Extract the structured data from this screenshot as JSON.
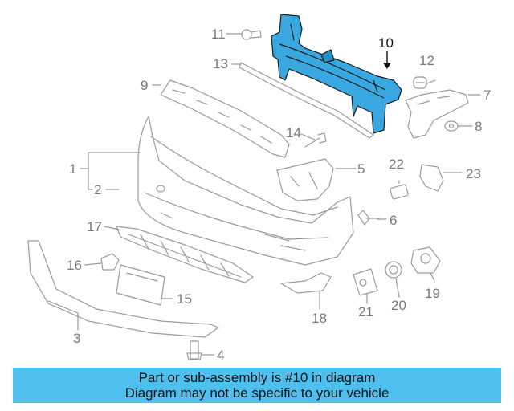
{
  "diagram": {
    "callouts": [
      {
        "id": "1",
        "label": "1"
      },
      {
        "id": "2",
        "label": "2"
      },
      {
        "id": "3",
        "label": "3"
      },
      {
        "id": "4",
        "label": "4"
      },
      {
        "id": "5",
        "label": "5"
      },
      {
        "id": "6",
        "label": "6"
      },
      {
        "id": "7",
        "label": "7"
      },
      {
        "id": "8",
        "label": "8"
      },
      {
        "id": "9",
        "label": "9"
      },
      {
        "id": "10",
        "label": "10"
      },
      {
        "id": "11",
        "label": "11"
      },
      {
        "id": "12",
        "label": "12"
      },
      {
        "id": "13",
        "label": "13"
      },
      {
        "id": "14",
        "label": "14"
      },
      {
        "id": "15",
        "label": "15"
      },
      {
        "id": "16",
        "label": "16"
      },
      {
        "id": "17",
        "label": "17"
      },
      {
        "id": "18",
        "label": "18"
      },
      {
        "id": "19",
        "label": "19"
      },
      {
        "id": "20",
        "label": "20"
      },
      {
        "id": "21",
        "label": "21"
      },
      {
        "id": "22",
        "label": "22"
      },
      {
        "id": "23",
        "label": "23"
      }
    ],
    "highlighted_part": "10",
    "colors": {
      "line_art": "#9a9a9a",
      "highlight_fill": "#3aa8e0",
      "highlight_stroke": "#1a1a1a",
      "banner": "#4fc0ee"
    }
  },
  "banner": {
    "line1": "Part or sub-assembly is #10 in diagram",
    "line2": "Diagram may not be specific to your vehicle"
  }
}
